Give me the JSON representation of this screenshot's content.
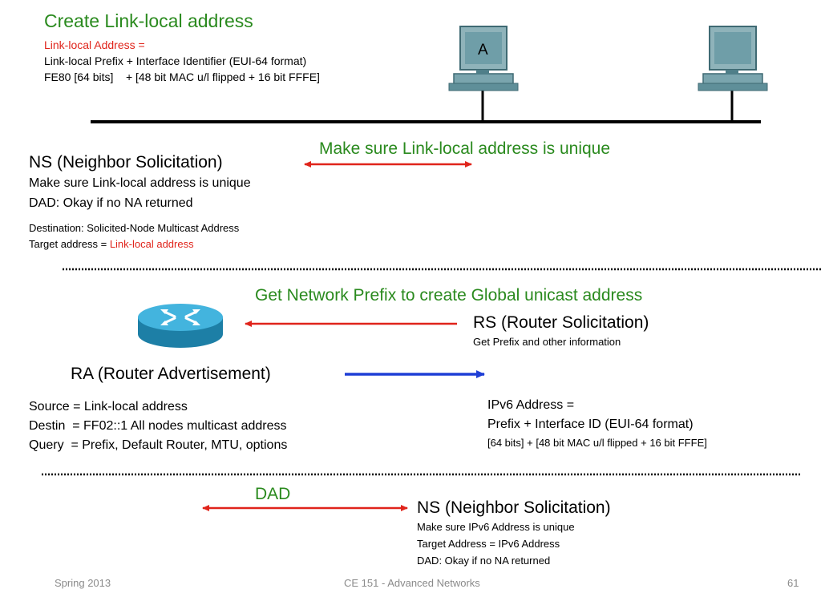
{
  "section1": {
    "title": "Create Link-local address",
    "line_red": "Link-local Address",
    "line_eq": " =",
    "line2": "Link-local Prefix + Interface Identifier (EUI-64 format)",
    "line3": "FE80 [64 bits]    + [48 bit MAC u/l flipped + 16 bit FFFE]",
    "host_label": "A"
  },
  "ns1": {
    "arrow_label": "Make sure Link-local address is unique",
    "title": "NS (Neighbor Solicitation)",
    "line1": "Make sure Link-local address is unique",
    "line2": "DAD: Okay if no NA returned",
    "dest": "Destination: Solicited-Node Multicast Address",
    "target_prefix": "Target address = ",
    "target_red": "Link-local address"
  },
  "rs": {
    "arrow_label": "Get Network Prefix to create Global unicast address",
    "title": "RS (Router Solicitation)",
    "sub": "Get Prefix and other information"
  },
  "ra": {
    "title": "RA (Router Advertisement)",
    "source": "Source = Link-local address",
    "destin": "Destin  = FF02::1 All nodes multicast address",
    "query": "Query  = Prefix, Default Router, MTU, options"
  },
  "ipv6": {
    "line1": "IPv6 Address =",
    "line2": "Prefix + Interface ID (EUI-64 format)",
    "line3": "[64 bits] + [48 bit MAC u/l flipped + 16 bit FFFE]"
  },
  "dad": {
    "arrow_label": "DAD",
    "title": "NS (Neighbor Solicitation)",
    "line1": "Make sure IPv6 Address is unique",
    "line2": "Target Address = IPv6 Address",
    "line3": "DAD: Okay if no NA returned"
  },
  "footer": {
    "left": "Spring 2013",
    "center": "CE 151 - Advanced Networks",
    "right": "61"
  },
  "colors": {
    "green": "#2a8a1e",
    "red": "#e0241b",
    "blue": "#1f3fd6",
    "computer": "#5f8f99"
  }
}
